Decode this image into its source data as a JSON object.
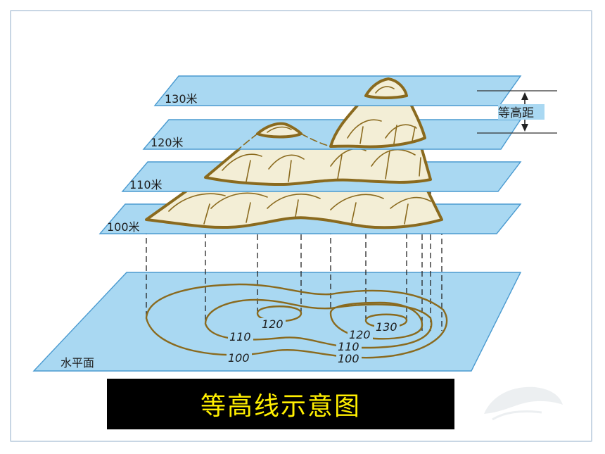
{
  "planes": {
    "p130": "130米",
    "p120": "120米",
    "p110": "110米",
    "p100": "100米",
    "ground": "水平面"
  },
  "interval_label": "等高距",
  "contours": {
    "c100_a": "100",
    "c100_b": "100",
    "c110_a": "110",
    "c110_b": "110",
    "c120_a": "120",
    "c120_b": "120",
    "c130": "130"
  },
  "caption": "等高线示意图",
  "colors": {
    "plane_fill": "#a9d8f2",
    "plane_edge": "#4a9ad0",
    "mountain_brown": "#8a6a1e",
    "mountain_fill": "#f3eed6",
    "caption_bg": "#000000",
    "caption_text": "#ffef00"
  }
}
